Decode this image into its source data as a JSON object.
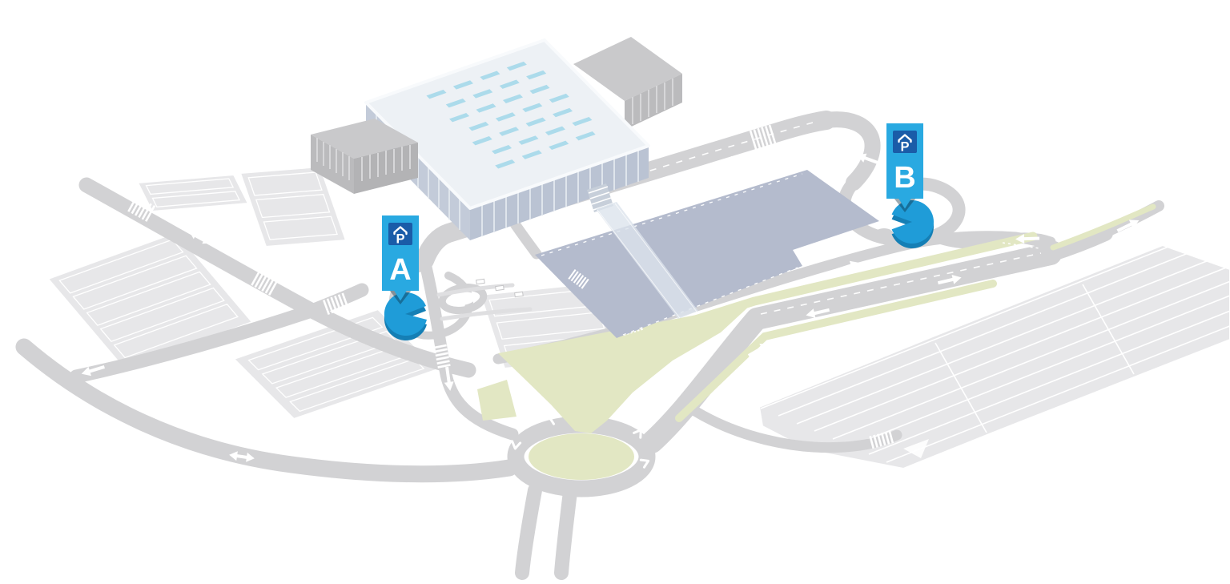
{
  "map": {
    "name": "isometric-parking-location-map",
    "markers": [
      {
        "id": "A",
        "label": "A",
        "icon": "covered-parking-icon",
        "icon_letter": "P"
      },
      {
        "id": "B",
        "label": "B",
        "icon": "covered-parking-icon",
        "icon_letter": "P"
      }
    ]
  },
  "colors": {
    "marker-blue": "#29A9E1",
    "icon-navy": "#1A5CA8",
    "garage-blue": "#1F9CD8",
    "garage-side": "#157FB5",
    "road-gray": "#D2D2D4",
    "lot-gray": "#E7E7E9",
    "deck-gray": "#B4BBCD",
    "building-roof": "#EDF1F5",
    "building-wall-left": "#C3CBD9",
    "building-wall-right": "#BAC3D3",
    "annex-roof": "#C9C9CB",
    "annex-wall": "#BBBBBD",
    "annex-wall-dark": "#B3B3B5",
    "skylight-blue": "#A9D9EA",
    "green-area": "#E2E7C3",
    "shadow-dark": "#0D2B3D"
  }
}
